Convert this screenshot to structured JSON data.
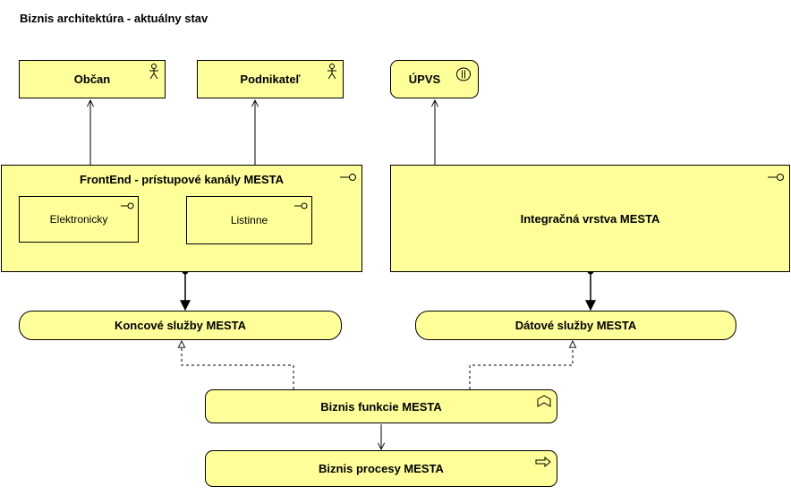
{
  "title": "Biznis architektúra - aktuálny stav",
  "nodes": {
    "obcan": "Občan",
    "podnikatel": "Podnikateľ",
    "upvs": "ÚPVS",
    "frontend": "FrontEnd - prístupové kanály MESTA",
    "elektronicky": "Elektronicky",
    "listinne": "Listinne",
    "integracna": "Integračná vrstva MESTA",
    "koncove": "Koncové služby MESTA",
    "datove": "Dátové služby MESTA",
    "funkcie": "Biznis funkcie MESTA",
    "procesy": "Biznis procesy MESTA"
  },
  "icons": {
    "obcan": "actor-icon",
    "podnikatel": "actor-icon",
    "upvs": "business-role-icon",
    "frontend": "interface-icon",
    "elektronicky": "interface-icon",
    "listinne": "interface-icon",
    "integracna": "interface-icon",
    "funkcie": "function-icon",
    "procesy": "process-icon"
  },
  "colors": {
    "fill": "#ffff99",
    "stroke": "#000000"
  }
}
